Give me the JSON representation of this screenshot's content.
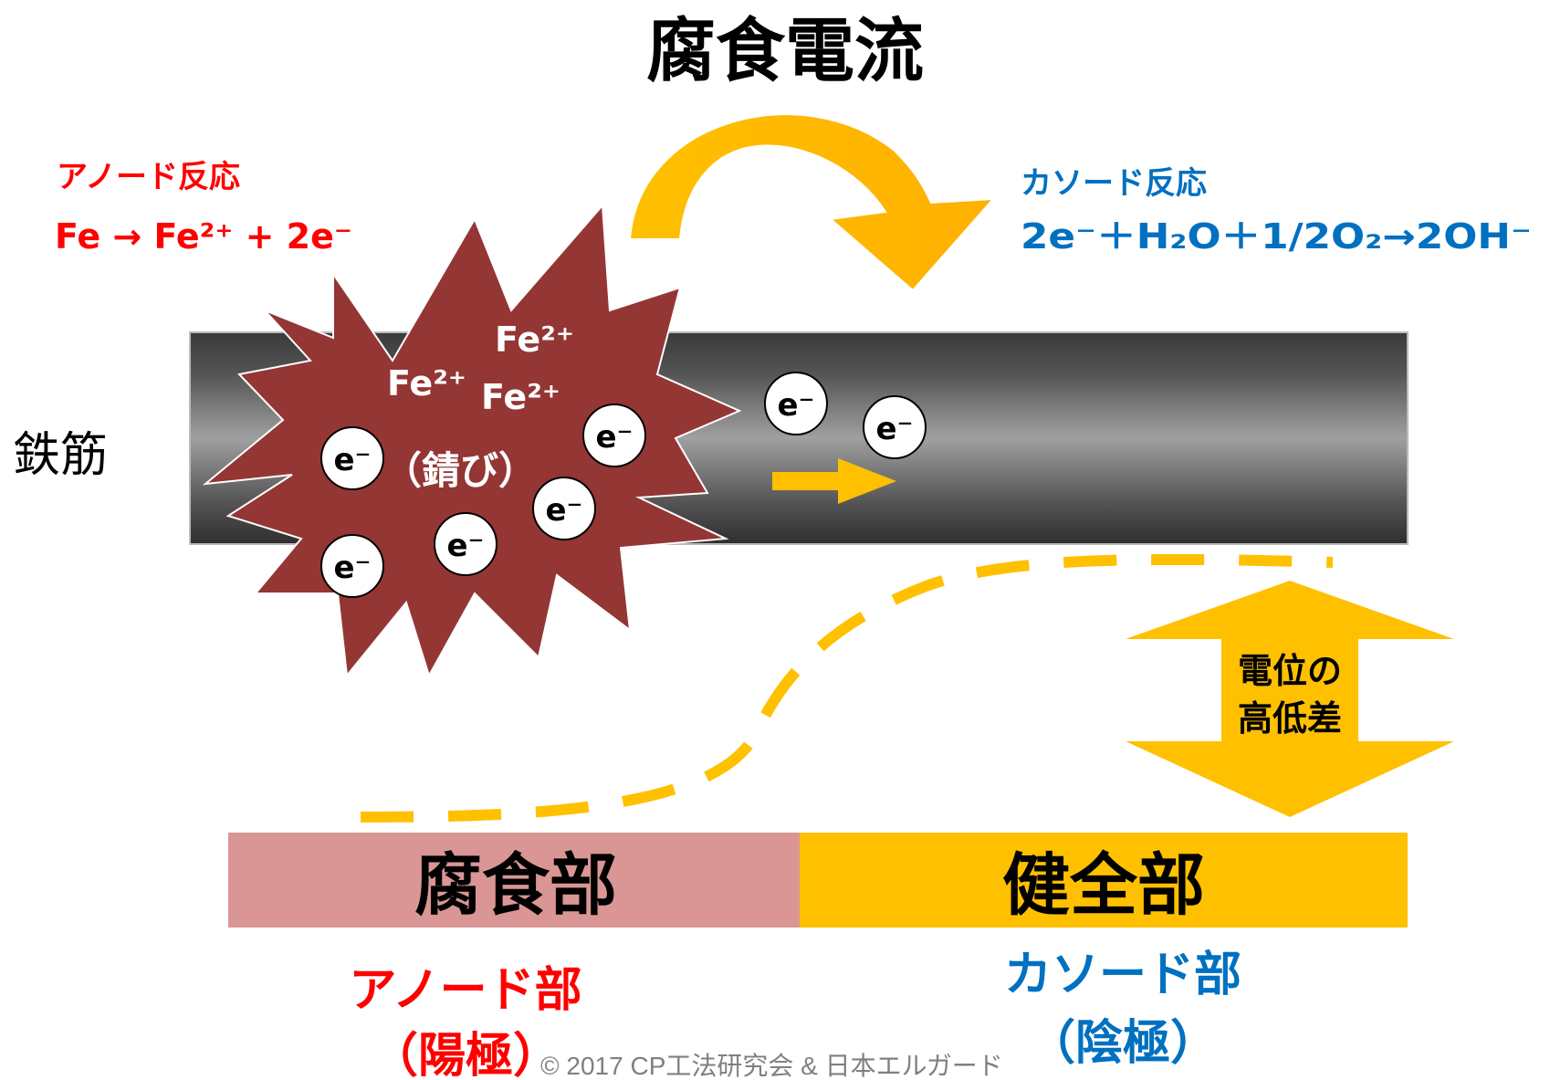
{
  "title": "腐食電流",
  "anode_reaction": {
    "label": "アノード反応",
    "equation": "Fe → Fe²⁺ + 2e⁻"
  },
  "cathode_reaction": {
    "label": "カソード反応",
    "equation": "2e⁻＋H₂O＋1/2O₂→2OH⁻"
  },
  "rebar_label": "鉄筋",
  "rust": {
    "ions": [
      "Fe²⁺",
      "Fe²⁺",
      "Fe²⁺"
    ],
    "label": "（錆び）"
  },
  "electron_label": "e⁻",
  "potential_arrow": {
    "line1": "電位の",
    "line2": "高低差"
  },
  "zones": {
    "corroded": "腐食部",
    "healthy": "健全部"
  },
  "anode_part": {
    "line1": "アノード部",
    "line2": "（陽極）"
  },
  "cathode_part": {
    "line1": "カソード部",
    "line2": "（陰極）"
  },
  "copyright": "© 2017 CP工法研究会 & 日本エルガード",
  "colors": {
    "anode_text": "#ff0000",
    "cathode_text": "#0070c0",
    "arrow": "#ffc000",
    "rust": "#943634",
    "corroded_zone": "#d99694",
    "healthy_zone": "#ffc000"
  }
}
